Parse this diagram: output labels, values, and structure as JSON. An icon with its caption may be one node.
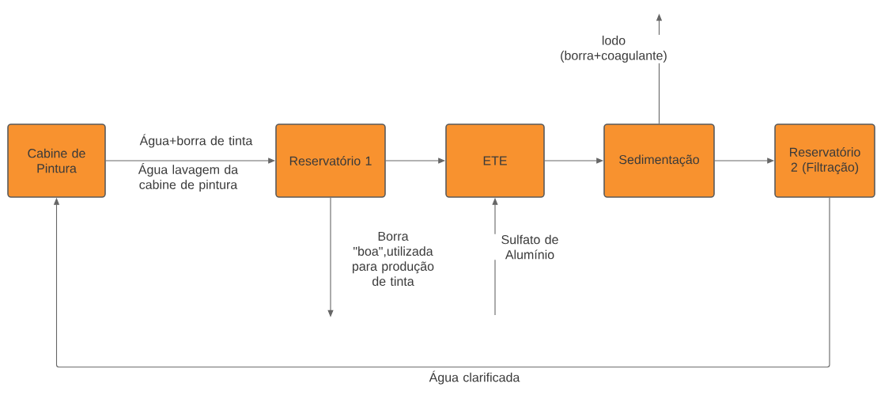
{
  "diagram": {
    "nodes": [
      {
        "text": [
          "Cabine de Pintura"
        ]
      },
      {
        "text": [
          "Reservatório 1"
        ]
      },
      {
        "text": [
          "ETE"
        ]
      },
      {
        "text": [
          "Sedimentação"
        ]
      },
      {
        "text": [
          "Reservatório 2 (Filtração)"
        ]
      }
    ],
    "edges": [
      {
        "from": 0,
        "to": 1,
        "arrow": "to",
        "label": "Água+borra de tinta"
      },
      {
        "from": 1,
        "to": 2,
        "arrow": "to"
      },
      {
        "from": 2,
        "to": 3,
        "arrow": "to"
      },
      {
        "from": 3,
        "to": 4,
        "arrow": "to"
      },
      {
        "from": 1,
        "to": null,
        "arrow": "to",
        "label": "Borra \"boa\",utilizada para produção de tinta"
      },
      {
        "from": null,
        "to": 2,
        "arrow": "to",
        "label": "Sulfato de Alumínio"
      },
      {
        "from": 3,
        "to": null,
        "arrow": "to",
        "label": "lodo (borra+coagulante)"
      },
      {
        "from": 4,
        "to": 0,
        "arrow": "to",
        "label": "Água clarificada"
      }
    ],
    "labels": [
      "Água lavagem da cabine de pintura"
    ]
  }
}
